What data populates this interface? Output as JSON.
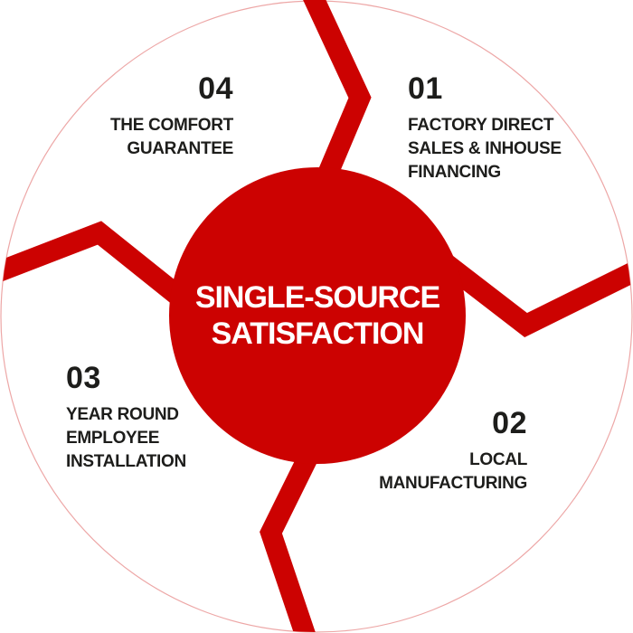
{
  "colors": {
    "red": "#CC0201",
    "text": "#1D1D1B",
    "circle_fill": "#FFFFFF",
    "center_text": "#FFFFFF"
  },
  "center": {
    "label": "SINGLE-SOURCE\nSATISFACTION"
  },
  "sections": [
    {
      "number": "01",
      "label": "FACTORY DIRECT\nSALES & INHOUSE\nFINANCING"
    },
    {
      "number": "02",
      "label": "LOCAL\nMANUFACTURING"
    },
    {
      "number": "03",
      "label": "YEAR ROUND\nEMPLOYEE\nINSTALLATION"
    },
    {
      "number": "04",
      "label": "THE COMFORT\nGUARANTEE"
    }
  ]
}
